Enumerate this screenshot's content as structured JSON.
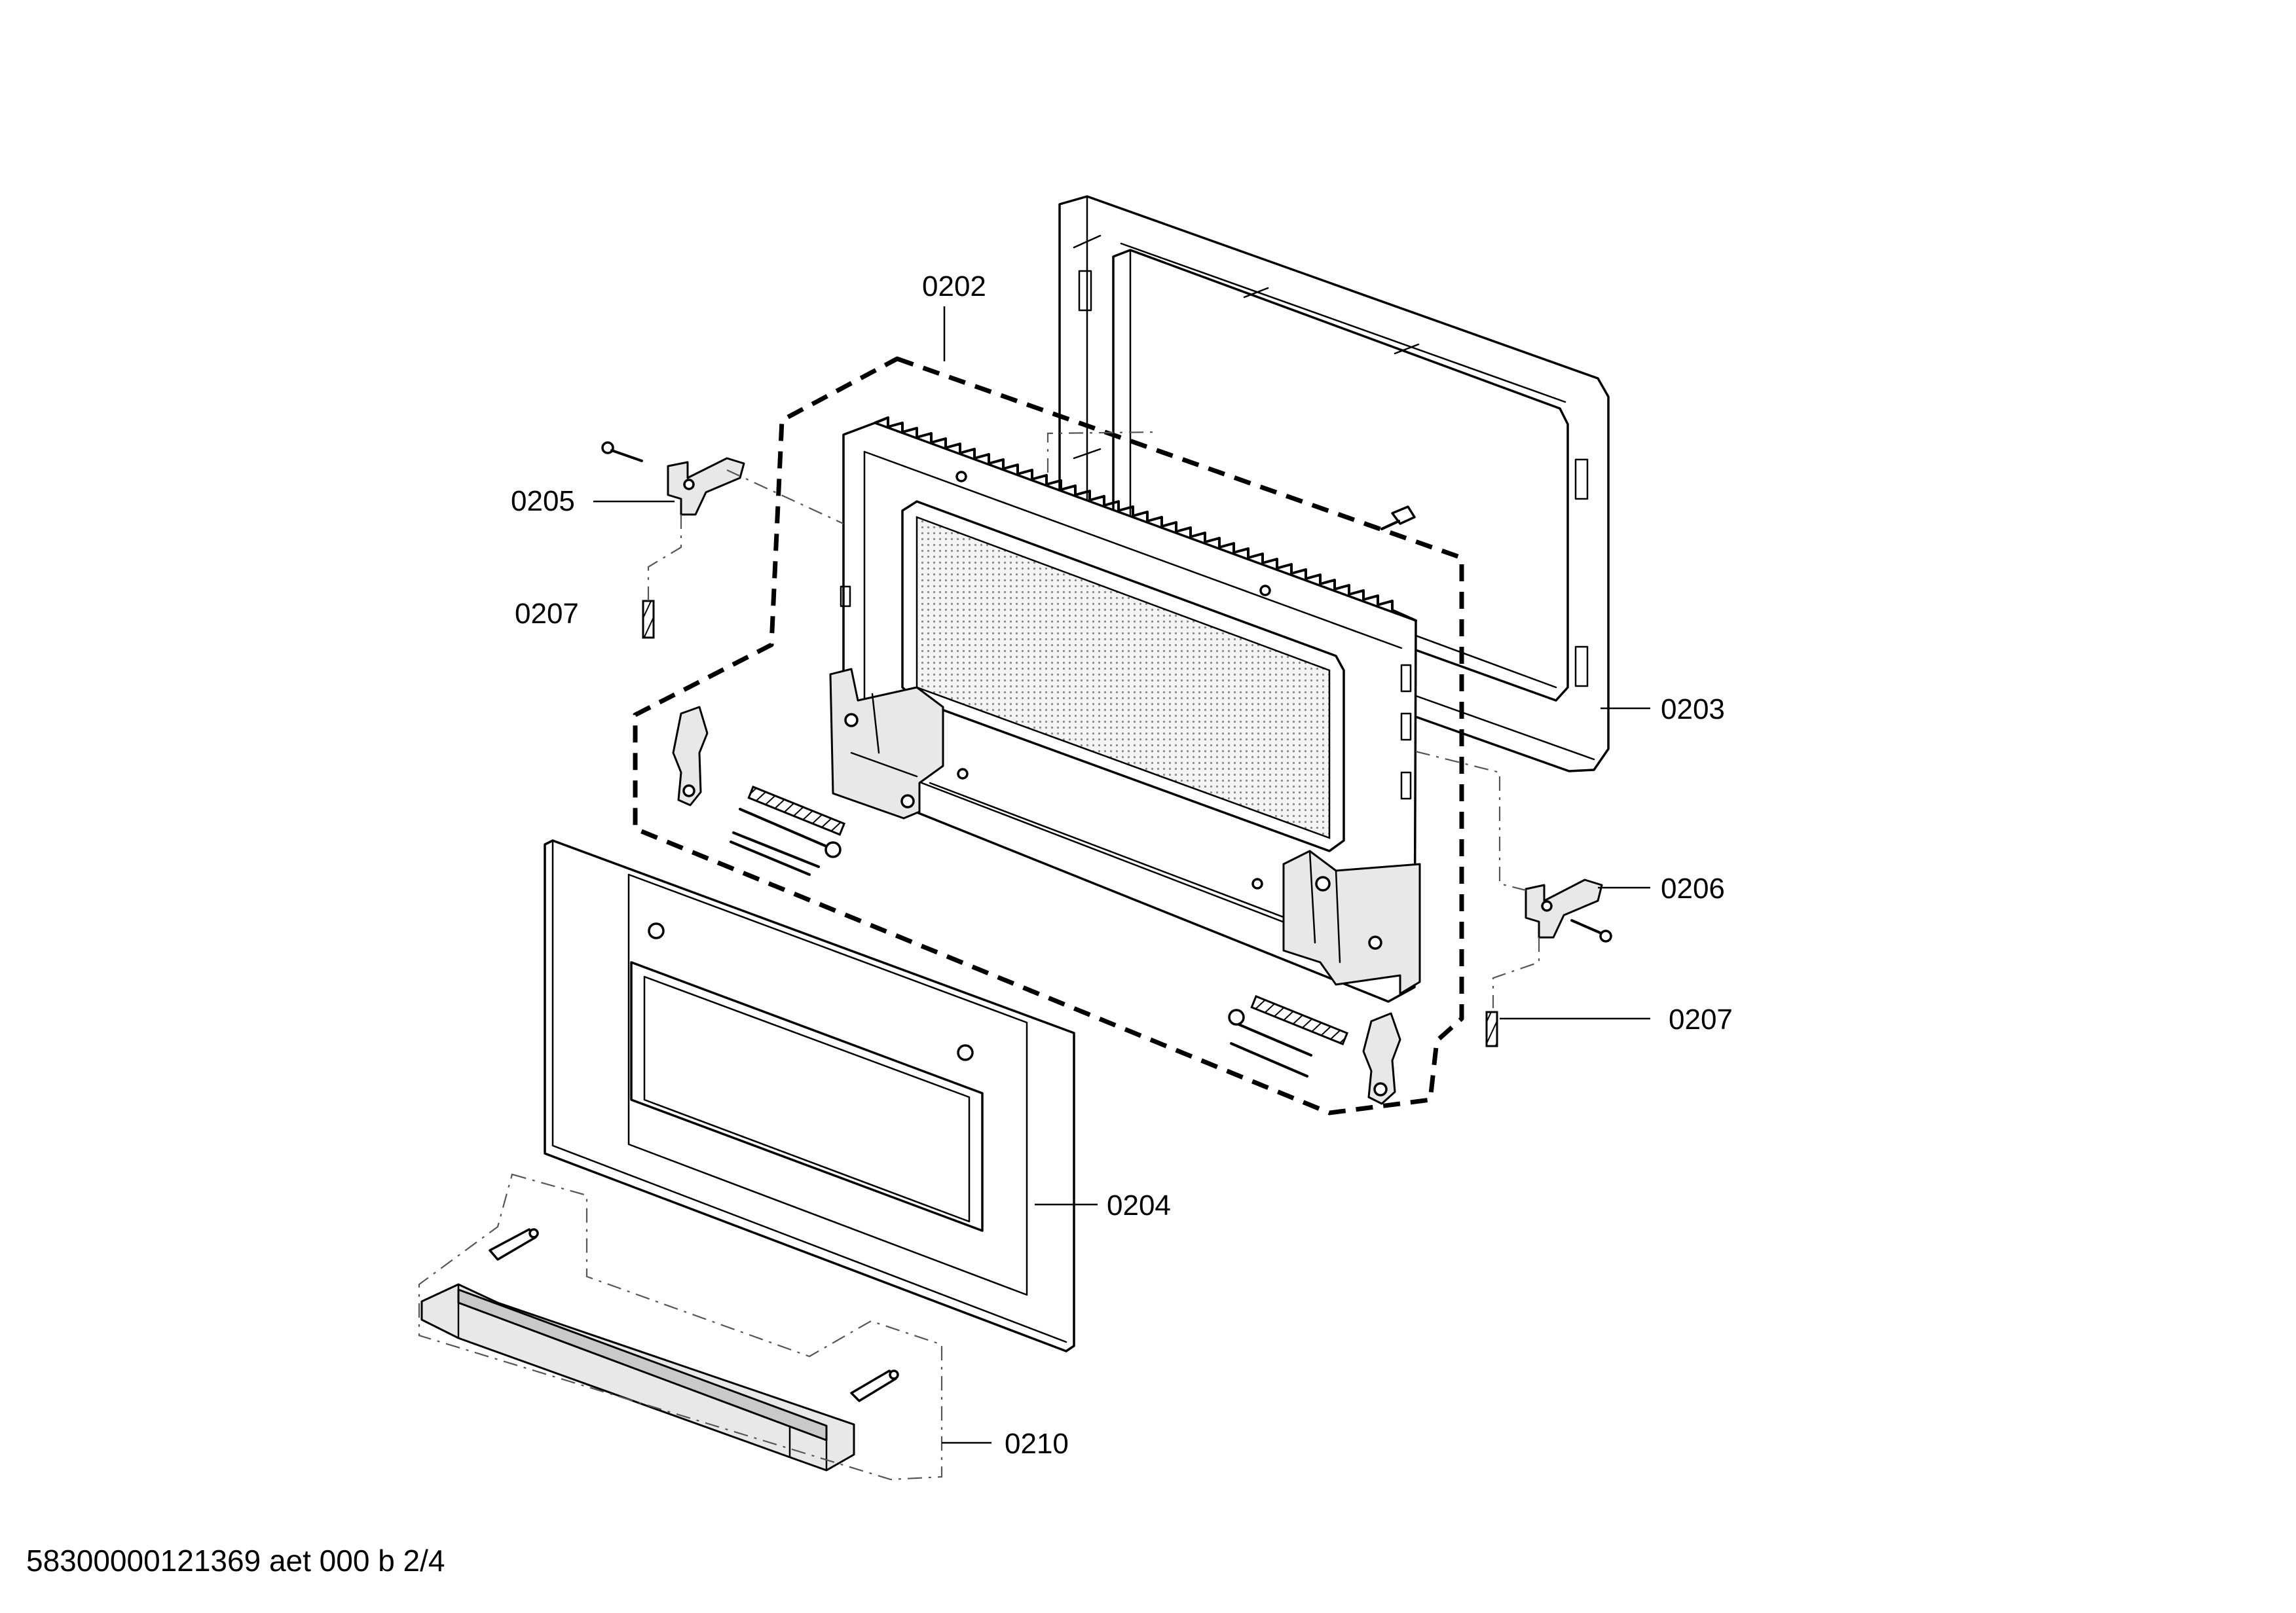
{
  "labels": {
    "p0202": "0202",
    "p0203": "0203",
    "p0204": "0204",
    "p0205": "0205",
    "p0206": "0206",
    "p0207_left": "0207",
    "p0207_right": "0207",
    "p0210": "0210"
  },
  "footer": {
    "doc_id": "58300000121369 aet 000 b 2/4"
  }
}
